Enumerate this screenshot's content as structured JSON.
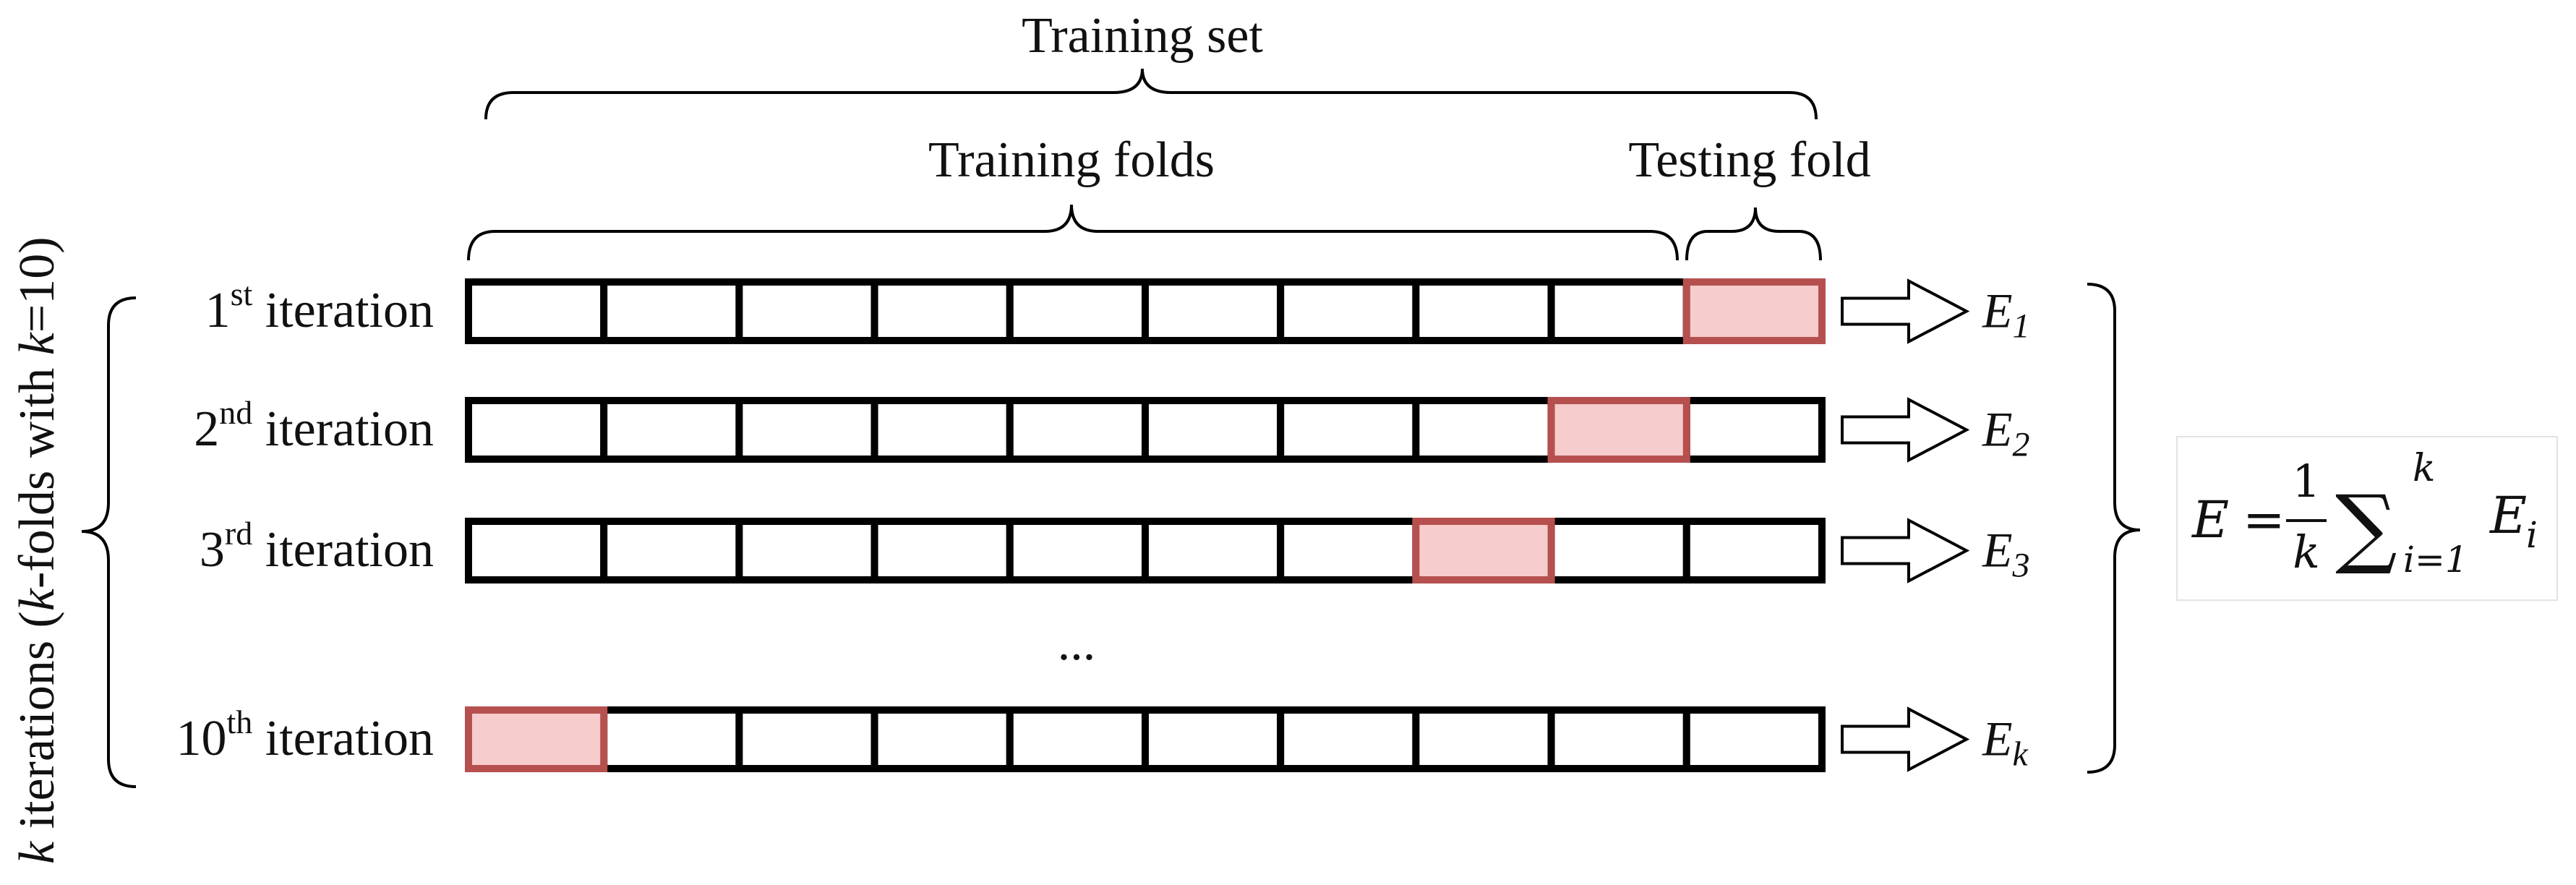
{
  "labels": {
    "training_set": "Training set",
    "training_folds": "Training folds",
    "testing_fold": "Testing fold",
    "ellipsis": "...",
    "y_axis": {
      "part1": "k",
      "part2": " iterations (",
      "part3": "k",
      "part4": "-folds with ",
      "part5": "k",
      "part6": "=10)"
    }
  },
  "iterations": [
    {
      "num": "1",
      "sup": "st",
      "word": " iteration",
      "test_fold": 10,
      "error": "E",
      "error_sub": "1"
    },
    {
      "num": "2",
      "sup": "nd",
      "word": " iteration",
      "test_fold": 9,
      "error": "E",
      "error_sub": "2"
    },
    {
      "num": "3",
      "sup": "rd",
      "word": " iteration",
      "test_fold": 8,
      "error": "E",
      "error_sub": "3"
    },
    {
      "num": "10",
      "sup": "th",
      "word": " iteration",
      "test_fold": 1,
      "error": "E",
      "error_sub": "k"
    }
  ],
  "folds_per_row": 10,
  "formula": {
    "lhs": "E",
    "equals": "=",
    "numerator": "1",
    "denominator": "k",
    "sum": "∑",
    "upper": "k",
    "lower": "i=1",
    "term": "E",
    "term_sub": "i"
  },
  "colors": {
    "outline": "#000000",
    "test_fill": "#f6cccc",
    "test_border": "#b5504f",
    "text": "#111111"
  }
}
